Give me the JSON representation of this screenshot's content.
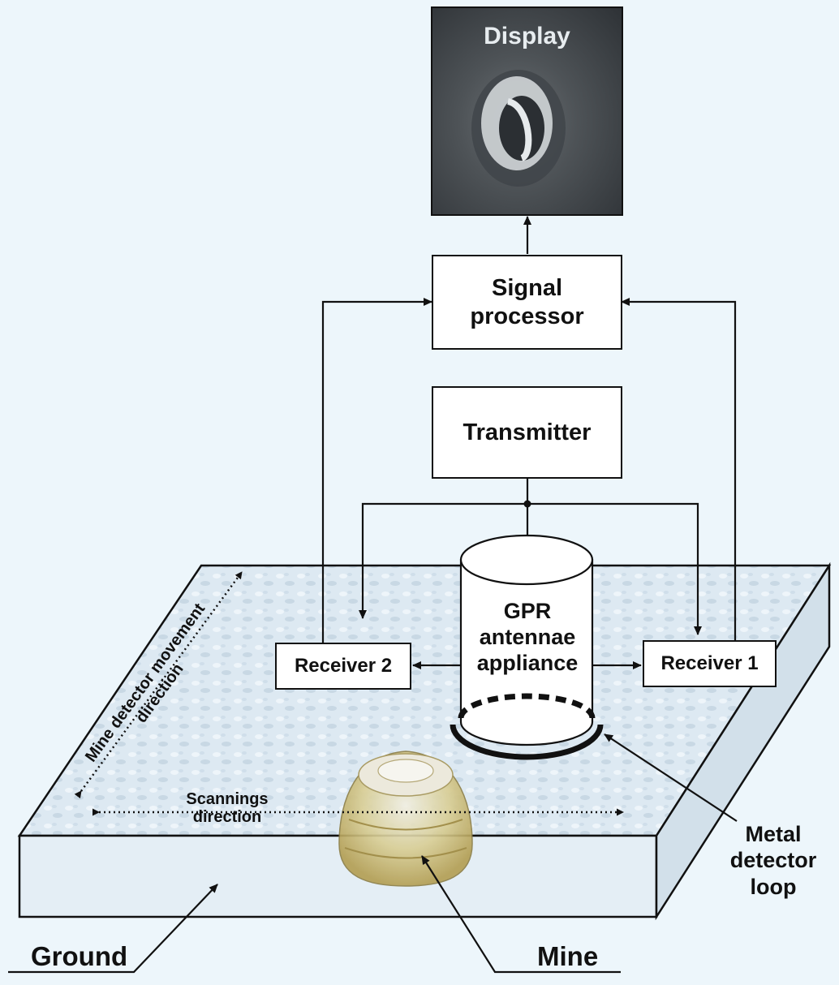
{
  "display": {
    "title": "Display"
  },
  "blocks": {
    "signal_processor": "Signal\nprocessor",
    "transmitter": "Transmitter",
    "receiver_2": "Receiver 2",
    "receiver_1": "Receiver 1",
    "gpr_antennae": "GPR\nantennae\nappliance"
  },
  "labels": {
    "movement_direction": "Mine detector movement\ndirection",
    "scanning_direction": "Scannings\ndirection",
    "metal_detector_loop": "Metal\ndetector\nloop",
    "ground": "Ground",
    "mine": "Mine"
  },
  "colors": {
    "ground_top": "#d8e6f0",
    "ground_side": "#e6f0f6",
    "line": "#111111",
    "mine": "#c9b56a"
  }
}
